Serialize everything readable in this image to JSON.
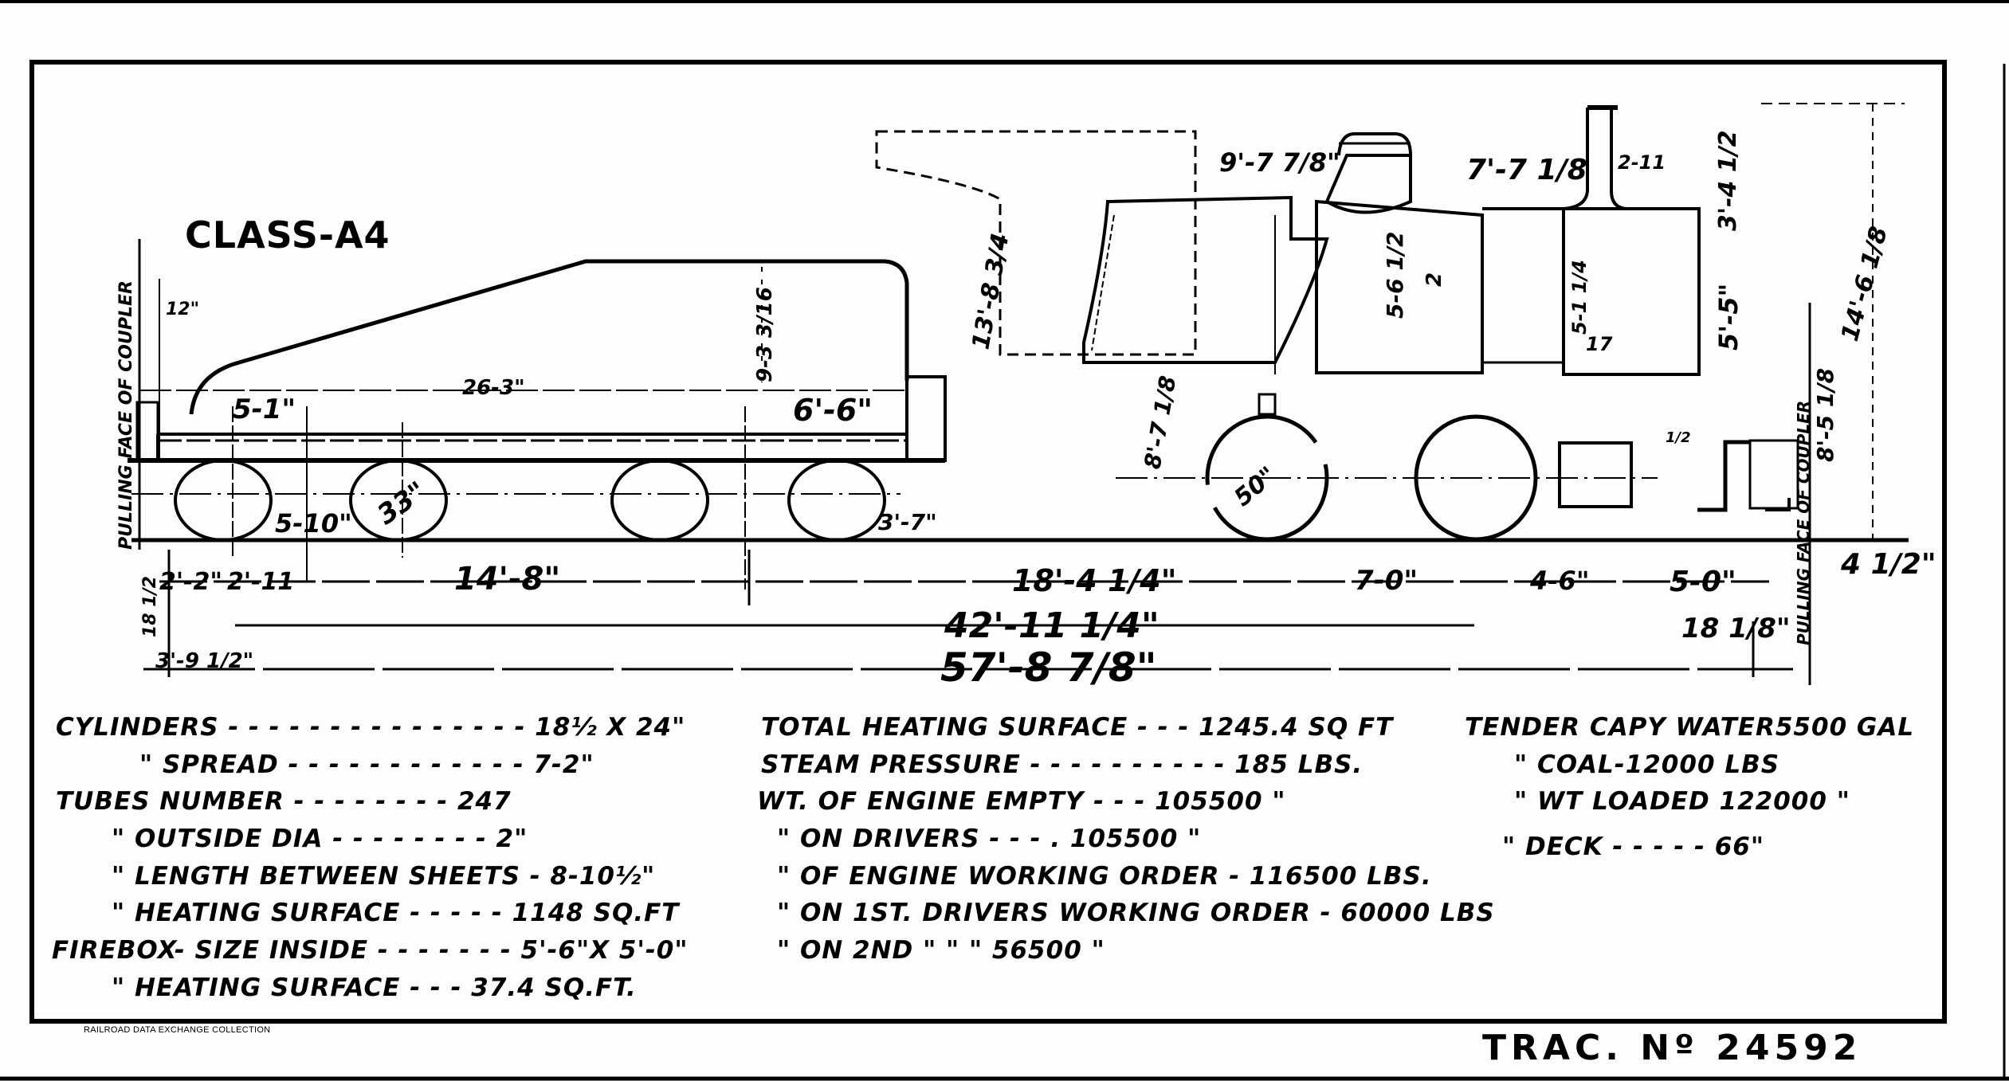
{
  "title": "CLASS-A4",
  "tracing_number": "TRAC. Nº 24592",
  "credit": "RAILROAD DATA EXCHANGE COLLECTION",
  "drawing": {
    "labels": {
      "pulling_face_left": "PULLING FACE OF COUPLER",
      "pulling_face_right": "PULLING FACE OF COUPLER"
    },
    "tender_dims": {
      "coupler_offset": "12\"",
      "length_body": "26-3\"",
      "front_overhang": "5-1\"",
      "height": "9-3 3/16",
      "rear_deck": "6'-6\"",
      "truck_wheelbase": "5-10\"",
      "wheel_dia": "33\"",
      "rear_overhang": "3'-7\""
    },
    "engine_dims": {
      "cab_height": "13'-8 3/4",
      "cab_roof": "9'-7 7/8\"",
      "dome_height": "7'-7 1/8",
      "stack_width": "2-11",
      "stack_height": "3'-4 1/2",
      "boiler_dia_1": "5-6 1/2",
      "boiler_course": "2",
      "smokebox_inner": "5-1 1/4",
      "smokebox_dia": "5'-5\"",
      "stack_base": "17",
      "overall_height": "14'-6 1/8",
      "coupler_height": "8'-5 1/8",
      "running_board": "8'-7 1/8",
      "driver_dia": "50\"",
      "cylinder_tilt": "1/2"
    },
    "horizontal_dims": {
      "row1": [
        "2'-2\"",
        "2'-11",
        "14'-8\"",
        "18'-4 1/4\"",
        "7-0\"",
        "4-6\"",
        "5-0\"",
        "4 1/2\""
      ],
      "row2_left": "18 1/2",
      "row2_total_engine": "42'-11 1/4\"",
      "row2_right": "18 1/8\"",
      "row3_left": "3'-9 1/2\"",
      "row3_overall": "57'-8 7/8\""
    }
  },
  "specs": {
    "left": [
      {
        "label": "CYLINDERS",
        "leader": "- - - - - - - - - - - - - - -",
        "value": "18½ X 24\""
      },
      {
        "label": "\"      SPREAD",
        "leader": "- - - - - - - - - - - -",
        "value": "7-2\""
      },
      {
        "label": "TUBES  NUMBER",
        "leader": "- - - - -   - - -",
        "value": "247"
      },
      {
        "label": "\"    OUTSIDE DIA",
        "leader": "- - - - - - - -",
        "value": "2\""
      },
      {
        "label": "\"    LENGTH BETWEEN SHEETS",
        "leader": "-",
        "value": "8-10½\""
      },
      {
        "label": "\"    HEATING SURFACE",
        "leader": "- - - - -",
        "value": "1148 SQ.FT"
      },
      {
        "label": "FIREBOX- SIZE INSIDE",
        "leader": "- - - - - - -",
        "value": "5'-6\"X 5'-0\""
      },
      {
        "label": "\"     HEATING SURFACE",
        "leader": "- - -",
        "value": "37.4 SQ.FT."
      }
    ],
    "middle": [
      {
        "label": "TOTAL HEATING SURFACE",
        "leader": "- - -",
        "value": "1245.4 SQ FT"
      },
      {
        "label": "STEAM PRESSURE",
        "leader": "- - - - - - - - - -",
        "value": "185 LBS."
      },
      {
        "label": "WT. OF ENGINE EMPTY",
        "leader": "- - -",
        "value": "105500   \""
      },
      {
        "label": "\"  ON DRIVERS",
        "leader": "- - -       .",
        "value": "105500   \""
      },
      {
        "label": "\" OF ENGINE WORKING ORDER",
        "leader": "-",
        "value": "116500 LBS."
      },
      {
        "label": "\" ON 1ST. DRIVERS WORKING ORDER",
        "leader": "-",
        "value": "60000 LBS"
      },
      {
        "label": "\" ON 2ND      \"        \"",
        "leader": "       \"",
        "value": "56500  \""
      }
    ],
    "right": [
      {
        "label": "TENDER  CAPY WATER",
        "leader": "",
        "value": "5500 GAL"
      },
      {
        "label": "\"            COAL",
        "leader": "-",
        "value": "12000 LBS"
      },
      {
        "label": "\"     WT LOADED",
        "leader": "",
        "value": "122000 \""
      },
      {
        "label": "\"    DECK",
        "leader": "- - - - -",
        "value": "66\""
      }
    ]
  },
  "colors": {
    "ink": "#000000",
    "paper": "#fdfdfd"
  }
}
